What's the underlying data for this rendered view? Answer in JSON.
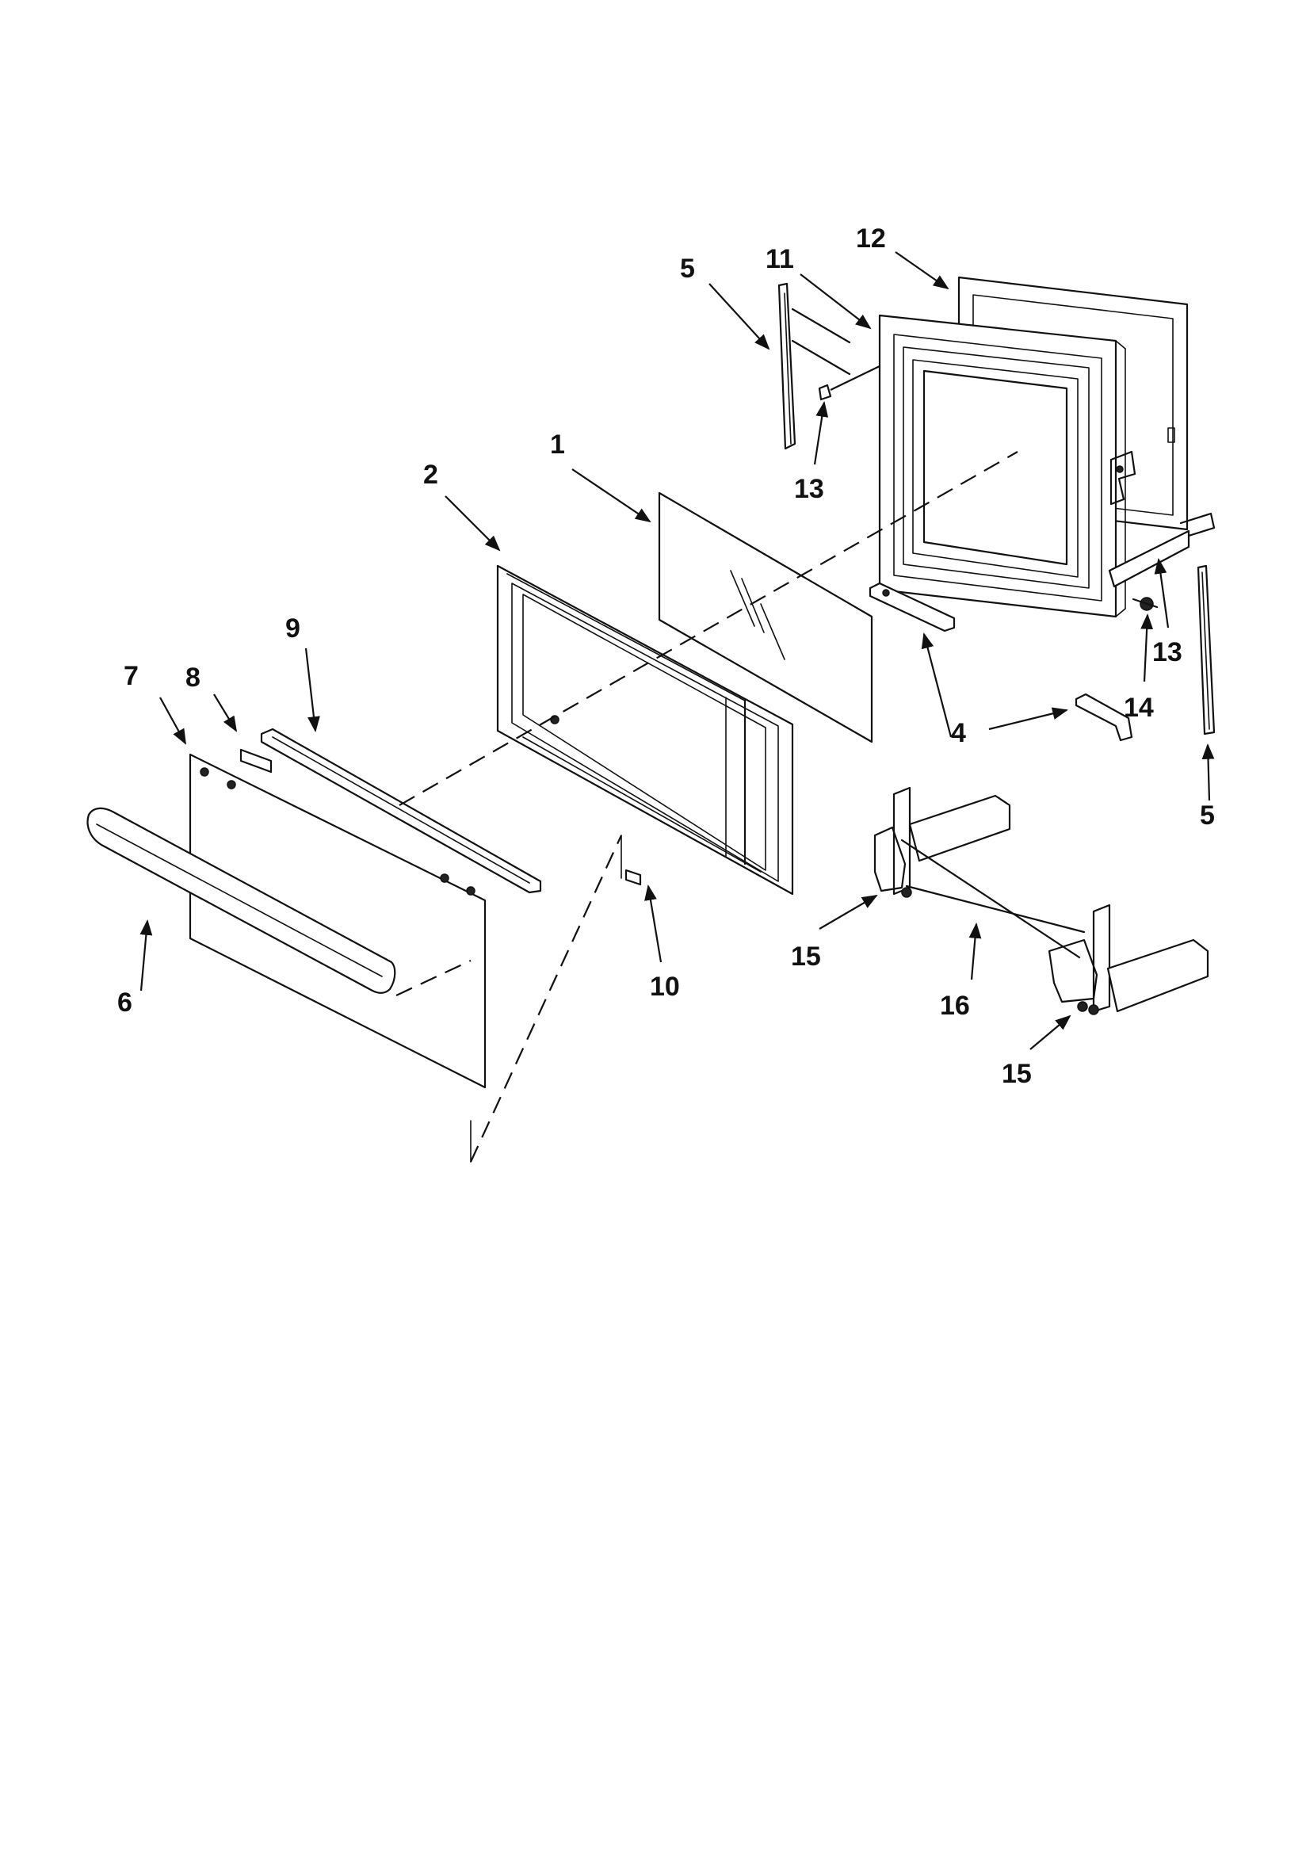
{
  "callouts": [
    {
      "id": "c1",
      "text": "1"
    },
    {
      "id": "c2",
      "text": "2"
    },
    {
      "id": "c4",
      "text": "4"
    },
    {
      "id": "c5a",
      "text": "5"
    },
    {
      "id": "c5b",
      "text": "5"
    },
    {
      "id": "c6",
      "text": "6"
    },
    {
      "id": "c7",
      "text": "7"
    },
    {
      "id": "c8",
      "text": "8"
    },
    {
      "id": "c9",
      "text": "9"
    },
    {
      "id": "c10",
      "text": "10"
    },
    {
      "id": "c11",
      "text": "11"
    },
    {
      "id": "c12",
      "text": "12"
    },
    {
      "id": "c13a",
      "text": "13"
    },
    {
      "id": "c13b",
      "text": "13"
    },
    {
      "id": "c14",
      "text": "14"
    },
    {
      "id": "c15a",
      "text": "15"
    },
    {
      "id": "c15b",
      "text": "15"
    },
    {
      "id": "c16",
      "text": "16"
    }
  ]
}
